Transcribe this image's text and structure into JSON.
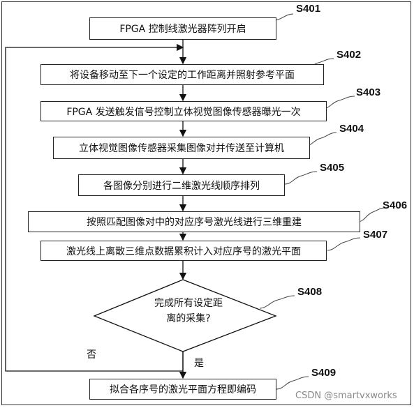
{
  "steps": [
    {
      "id": "S401",
      "text": "FPGA 控制线激光器阵列开启"
    },
    {
      "id": "S402",
      "text": "将设备移动至下一个设定的工作距离并照射参考平面"
    },
    {
      "id": "S403",
      "text": "FPGA 发送触发信号控制立体视觉图像传感器曝光一次"
    },
    {
      "id": "S404",
      "text": "立体视觉图像传感器采集图像对并传送至计算机"
    },
    {
      "id": "S405",
      "text": "各图像分别进行二维激光线顺序排列"
    },
    {
      "id": "S406",
      "text": "按照匹配图像对中的对应序号激光线进行三维重建"
    },
    {
      "id": "S407",
      "text": "激光线上离散三维点数据累积计入对应序号的激光平面"
    },
    {
      "id": "S408",
      "text": "完成所有设定距\n离的采集?"
    },
    {
      "id": "S409",
      "text": "拟合各序号的激光平面方程即编码"
    }
  ],
  "labels": {
    "no": "否",
    "yes": "是"
  },
  "watermark": "CSDN @smartvxworks"
}
